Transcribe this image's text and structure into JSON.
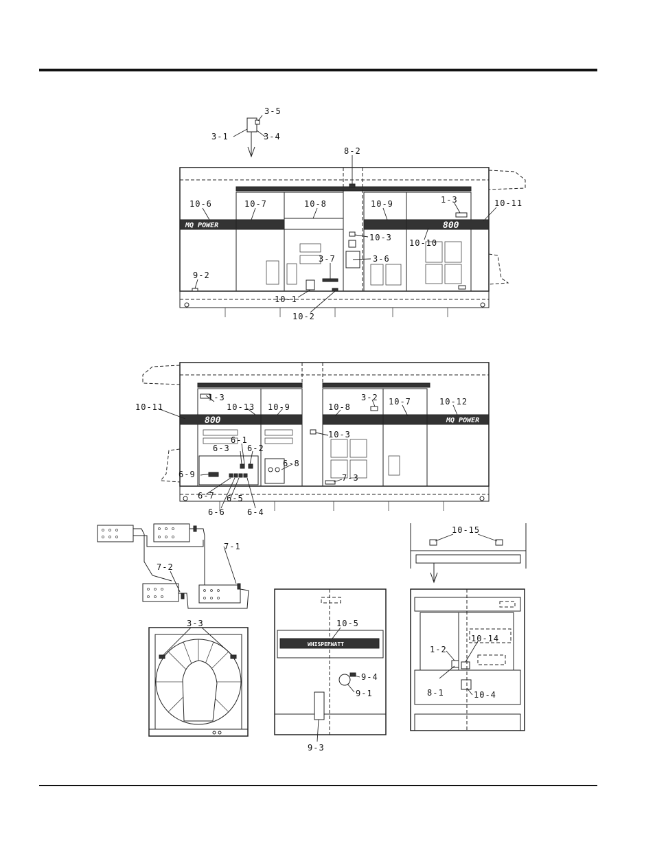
{
  "labels": {
    "l3_5": "3-5",
    "l3_1": "3-1",
    "l3_4": "3-4",
    "l8_2": "8-2",
    "t10_6": "10-6",
    "t10_7": "10-7",
    "t10_8": "10-8",
    "t10_9": "10-9",
    "t1_3": "1-3",
    "t10_11": "10-11",
    "t10_3": "10-3",
    "t10_10": "10-10",
    "t3_7": "3-7",
    "t3_6": "3-6",
    "t9_2": "9-2",
    "t10_1": "10-1",
    "t10_2": "10-2",
    "b10_11": "10-11",
    "b1_3": "1-3",
    "b10_13": "10-13",
    "b10_9": "10-9",
    "b10_8": "10-8",
    "b3_2": "3-2",
    "b10_7": "10-7",
    "b10_12": "10-12",
    "b6_1": "6-1",
    "b6_3": "6-3",
    "b6_2": "6-2",
    "b10_3": "10-3",
    "b6_9": "6-9",
    "b6_8": "6-8",
    "b7_3": "7-3",
    "b6_7": "6-7",
    "b6_5": "6-5",
    "b6_6": "6-6",
    "b6_4": "6-4",
    "p7_1": "7-1",
    "p7_2": "7-2",
    "p10_15": "10-15",
    "r3_3": "3-3",
    "f10_5": "10-5",
    "f9_4": "9-4",
    "f9_1": "9-1",
    "f9_3": "9-3",
    "e1_2": "1-2",
    "e10_14": "10-14",
    "e8_1": "8-1",
    "e10_4": "10-4"
  },
  "decals": {
    "brand_top": "MQ POWER",
    "model_top": "800",
    "model_bottom": "800",
    "brand_bottom": "MQ POWER",
    "front_decal": "WHISPERWATT"
  },
  "colors": {
    "ink": "#111111",
    "paper": "#ffffff"
  }
}
